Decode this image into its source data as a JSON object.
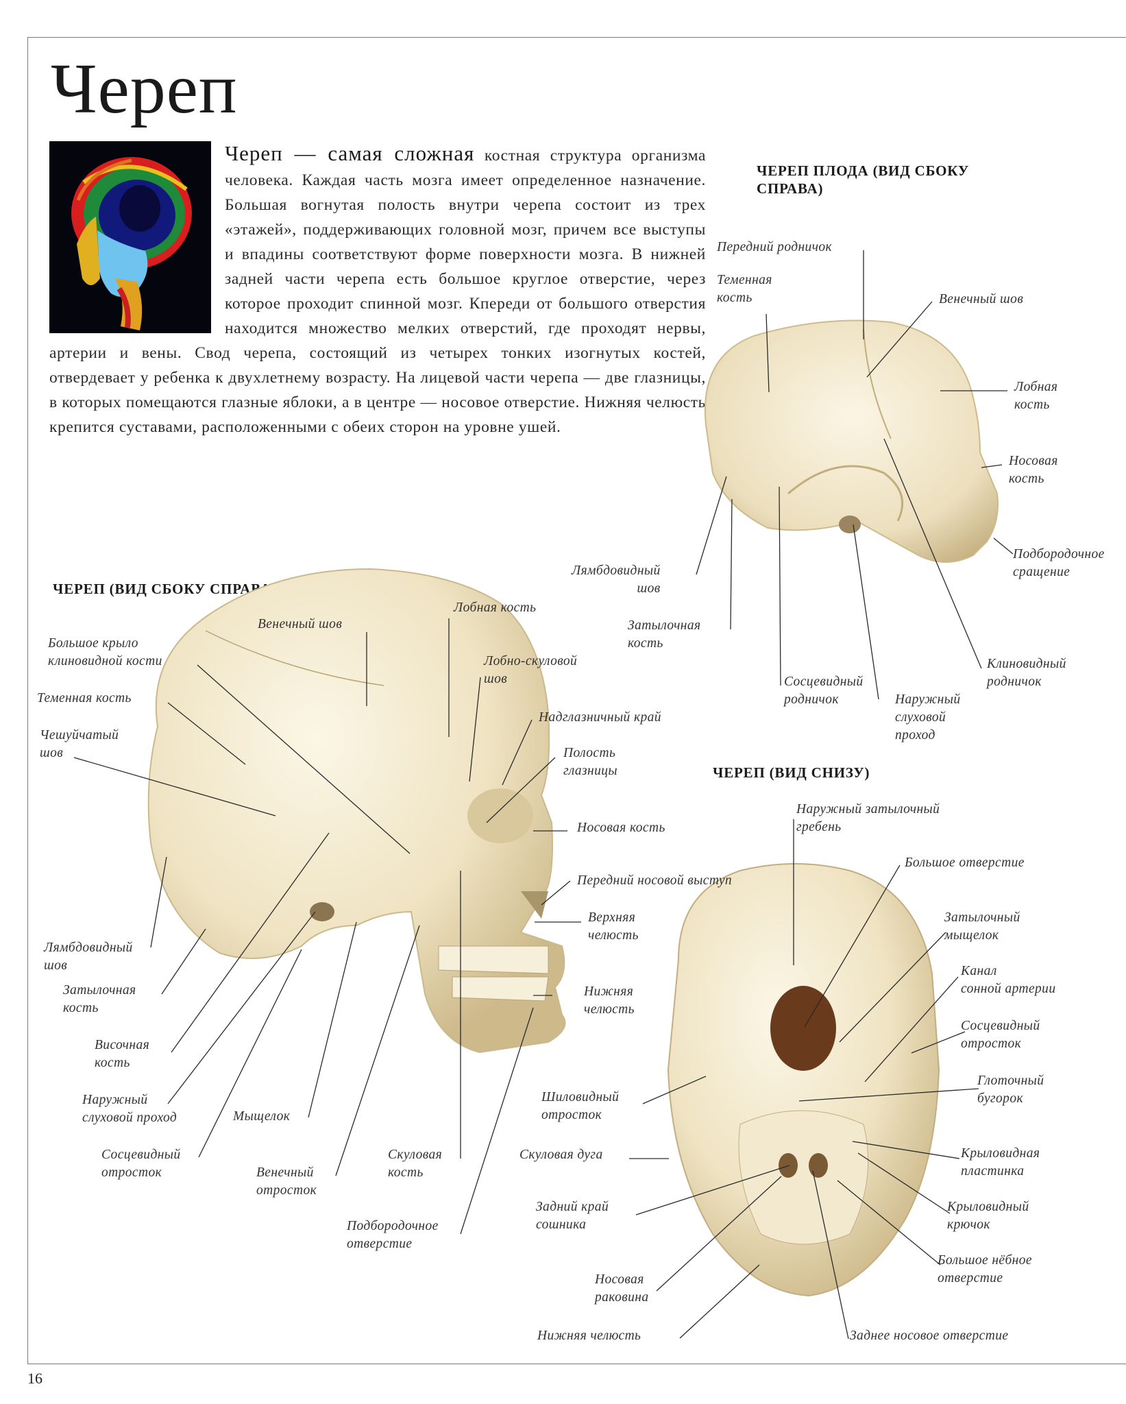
{
  "page": {
    "title": "Череп",
    "page_number": "16"
  },
  "intro": {
    "lead": "Череп — самая сложная",
    "body": " костная структура организма человека. Каждая часть мозга имеет определенное назначение. Большая вогнутая полость внутри черепа состоит из трех «этажей», поддерживающих головной мозг, причем все выступы и впадины соответствуют форме поверхности мозга. В нижней задней части черепа есть большое круглое отверстие, через которое проходит спинной мозг. Кпереди от большого отверстия находится множество мелких отверстий, где проходят нервы, артерии и вены. Свод черепа, состоящий из четырех тонких изогнутых костей, отвердевает у ребенка к двухлетнему возрасту. На лицевой части черепа — две глазницы, в которых помещаются глазные яблоки, а в центре — носовое отверстие. Нижняя челюсть крепится суставами, расположенными с обеих сторон на уровне ушей."
  },
  "colors": {
    "bone": "#efe6c9",
    "bone_shadow": "#c9b98c",
    "frame": "#7a7a7a"
  },
  "sections": {
    "side_view": {
      "heading": "ЧЕРЕП (ВИД СБОКУ СПРАВА)",
      "labels": [
        "Венечный шов",
        "Лобная кость",
        "Большое крыло\nклиновидной кости",
        "Лобно-скуловой\nшов",
        "Теменная кость",
        "Надглазничный край",
        "Чешуйчатый\nшов",
        "Полость\nглазницы",
        "Носовая кость",
        "Передний носовой выступ",
        "Верхняя\nчелюсть",
        "Лямбдовидный\nшов",
        "Затылочная\nкость",
        "Нижняя\nчелюсть",
        "Височная\nкость",
        "Наружный\nслуховой проход",
        "Мыщелок",
        "Сосцевидный\nотросток",
        "Скуловая\nкость",
        "Венечный\nотросток",
        "Подбородочное\nотверстие"
      ]
    },
    "fetal_view": {
      "heading": "ЧЕРЕП ПЛОДА (ВИД СБОКУ\nСПРАВА)",
      "labels": [
        "Передний родничок",
        "Теменная\nкость",
        "Венечный шов",
        "Лобная\nкость",
        "Носовая\nкость",
        "Подбородочное\nсращение",
        "Лямбдовидный\nшов",
        "Затылочная\nкость",
        "Сосцевидный\nродничок",
        "Наружный\nслуховой\nпроход",
        "Клиновидный\nродничок"
      ]
    },
    "bottom_view": {
      "heading": "ЧЕРЕП (ВИД СНИЗУ)",
      "labels": [
        "Наружный затылочный\nгребень",
        "Большое отверстие",
        "Затылочный\nмыщелок",
        "Канал\nсонной артерии",
        "Сосцевидный\nотросток",
        "Глоточный\nбугорок",
        "Шиловидный\nотросток",
        "Скуловая дуга",
        "Крыловидная\nпластинка",
        "Задний край\nсошника",
        "Крыловидный\nкрючок",
        "Большое нёбное\nотверстие",
        "Носовая\nраковина",
        "Нижняя челюсть",
        "Заднее носовое отверстие"
      ]
    }
  }
}
